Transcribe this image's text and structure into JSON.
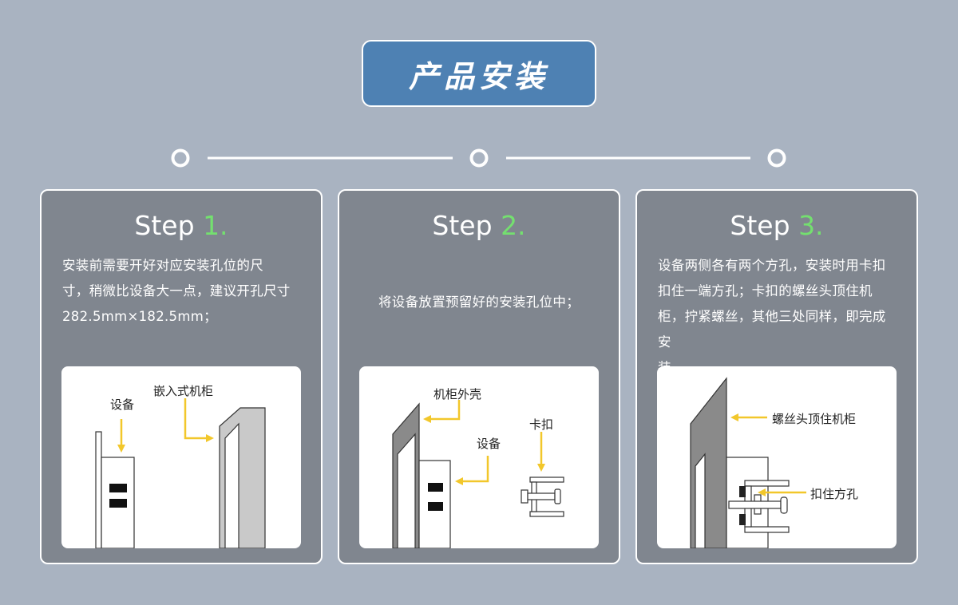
{
  "header": {
    "title": "产品安装"
  },
  "colors": {
    "accent_green": "#74e06f",
    "arrow_yellow": "#f2c72b",
    "banner_blue": "#4e81b3",
    "card_gray": "#80868f"
  },
  "steps": [
    {
      "prefix": "Step ",
      "number": "1.",
      "description": "安装前需要开好对应安装孔位的尺\n寸，稍微比设备大一点，建议开孔尺寸\n282.5mm×182.5mm；",
      "labels": {
        "device": "设备",
        "cabinet": "嵌入式机柜"
      }
    },
    {
      "prefix": "Step ",
      "number": "2.",
      "description": "将设备放置预留好的安装孔位中；",
      "labels": {
        "shell": "机柜外壳",
        "device": "设备",
        "clip": "卡扣"
      }
    },
    {
      "prefix": "Step ",
      "number": "3.",
      "description": "设备两侧各有两个方孔，安装时用卡扣\n扣住一端方孔；卡扣的螺丝头顶住机\n柜，拧紧螺丝，其他三处同样，即完成安\n装。",
      "labels": {
        "screw": "螺丝头顶住机柜",
        "hole": "扣住方孔"
      }
    }
  ]
}
